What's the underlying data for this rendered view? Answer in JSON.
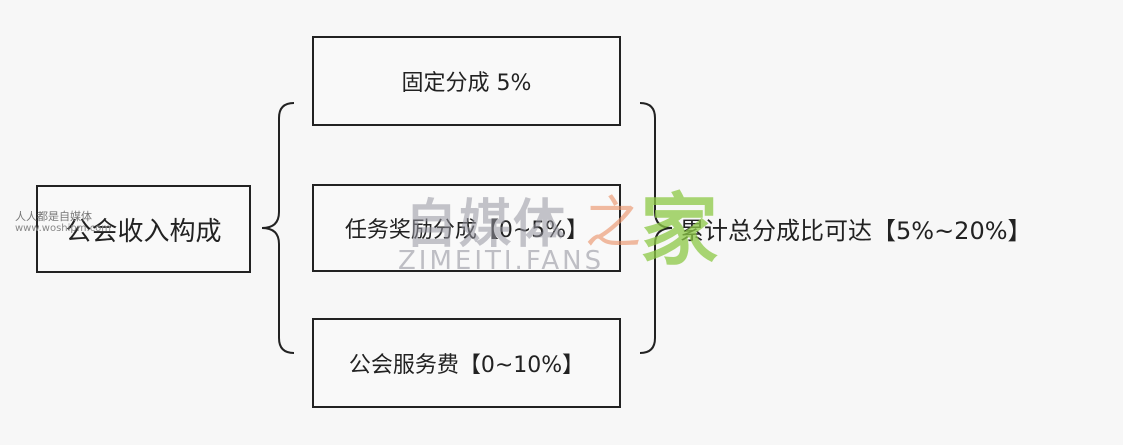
{
  "diagram": {
    "root": "公会收入构成",
    "components": [
      "固定分成 5%",
      "任务奖励分成【0~5%】",
      "公会服务费【0~10%】"
    ],
    "result": "累计总分成比可达【5%~20%】"
  },
  "watermark": {
    "brand_cn": "自媒体",
    "brand_zhi": "之",
    "brand_jia": "家",
    "brand_en": "ZIMEITI.FANS",
    "small_cn": "人人都是自媒体",
    "small_url": "www.woshipm.com"
  }
}
